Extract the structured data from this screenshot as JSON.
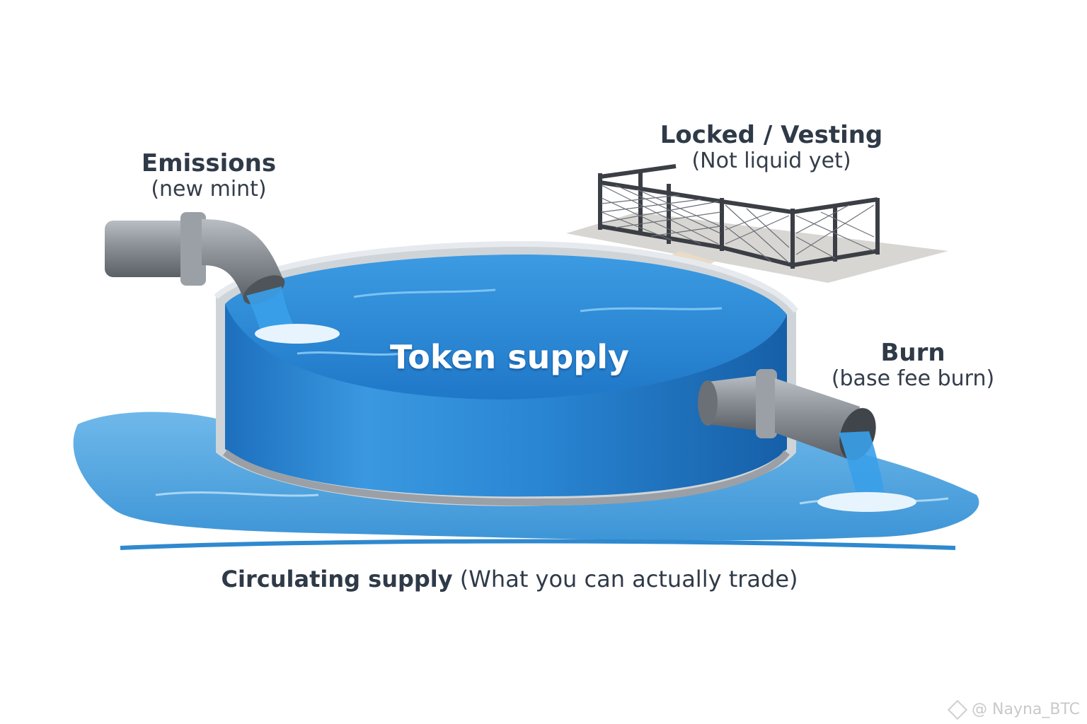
{
  "emissions": {
    "title": "Emissions",
    "subtitle": "(new mint)"
  },
  "locked": {
    "title": "Locked / Vesting",
    "subtitle": "(Not liquid yet)"
  },
  "burn": {
    "title": "Burn",
    "subtitle": "(base fee burn)"
  },
  "tank": {
    "label": "Token supply"
  },
  "circulating": {
    "title": "Circulating supply",
    "subtitle": "(What you can actually trade)"
  },
  "watermark": {
    "text": "@ Nayna_BTC"
  },
  "colors": {
    "water": "#2a8ad6",
    "water_dark": "#1a6cb8",
    "pipe": "#7f858c",
    "fence": "#3b3f45",
    "text": "#2f3a48"
  },
  "icons": [
    "emissions-pipe-icon",
    "burn-pipe-icon",
    "fence-icon",
    "water-tank-icon"
  ]
}
